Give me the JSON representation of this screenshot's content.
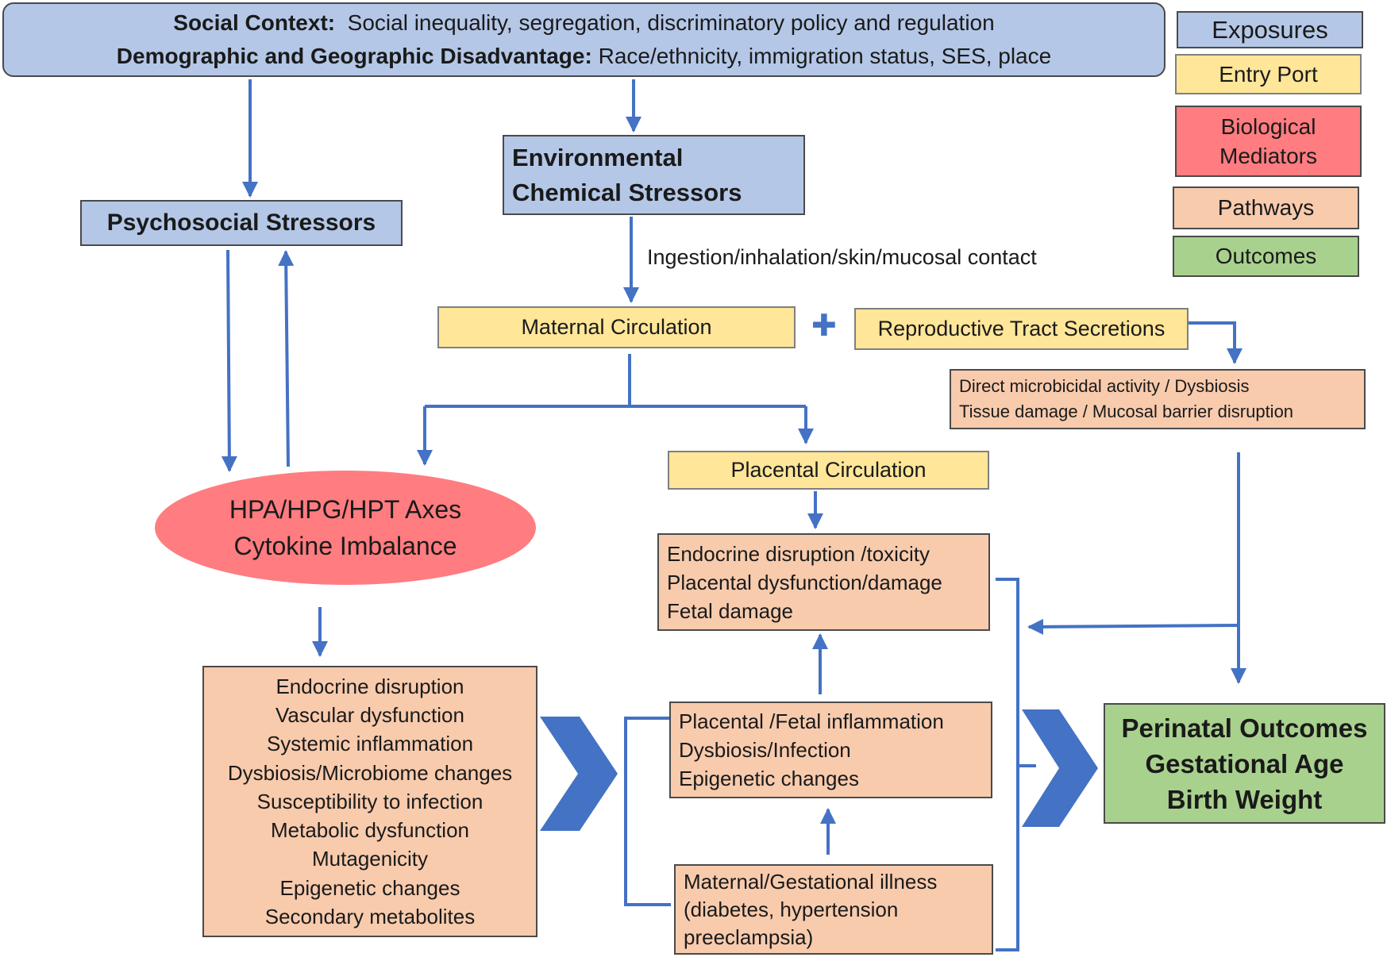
{
  "social_context": {
    "line1_bold": "Social Context:",
    "line1_text": "Social inequality, segregation, discriminatory policy and regulation",
    "line2_bold": "Demographic and Geographic Disadvantage:",
    "line2_text": "Race/ethnicity, immigration status, SES, place"
  },
  "legend": {
    "exposures": "Exposures",
    "entry_port": "Entry Port",
    "biological_mediators": [
      "Biological",
      "Mediators"
    ],
    "pathways": "Pathways",
    "outcomes": "Outcomes"
  },
  "psychosocial_stressors": "Psychosocial Stressors",
  "environmental_chemical_stressors": [
    "Environmental",
    "Chemical Stressors"
  ],
  "exposure_route": "Ingestion/inhalation/skin/mucosal contact",
  "maternal_circulation": "Maternal Circulation",
  "plus_sign": "✚",
  "reproductive_tract_secretions": "Reproductive Tract Secretions",
  "microbicidal": [
    "Direct microbicidal activity / Dysbiosis",
    "Tissue damage / Mucosal barrier disruption"
  ],
  "placental_circulation": "Placental Circulation",
  "hpa_axes": [
    "HPA/HPG/HPT Axes",
    "Cytokine Imbalance"
  ],
  "endocrine_toxicity": [
    "Endocrine disruption /toxicity",
    "Placental dysfunction/damage",
    "Fetal damage"
  ],
  "mediator_list": [
    "Endocrine disruption",
    "Vascular dysfunction",
    "Systemic inflammation",
    "Dysbiosis/Microbiome changes",
    "Susceptibility  to infection",
    "Metabolic dysfunction",
    "Mutagenicity",
    "Epigenetic changes",
    "Secondary metabolites"
  ],
  "placental_inflammation": [
    "Placental /Fetal inflammation",
    "Dysbiosis/Infection",
    "Epigenetic changes"
  ],
  "maternal_illness": [
    "Maternal/Gestational illness",
    "(diabetes, hypertension",
    "preeclampsia)"
  ],
  "perinatal_outcomes": [
    "Perinatal Outcomes",
    "Gestational Age",
    "Birth Weight"
  ],
  "colors": {
    "exposures": "#b4c7e7",
    "entry_port": "#ffe699",
    "biological_mediators": "#ff7c80",
    "pathways": "#f8cbad",
    "outcomes": "#a9d18e",
    "arrows": "#4472c4"
  }
}
